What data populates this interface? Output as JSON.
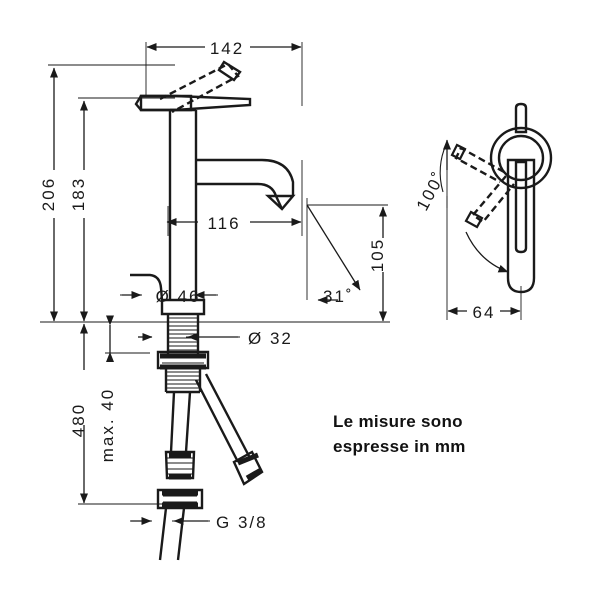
{
  "document": {
    "type": "technical-dimension-drawing",
    "subject": "single-lever basin mixer faucet",
    "background_color": "#ffffff",
    "line_color": "#1a1a1a",
    "text_color": "#111111"
  },
  "views": {
    "front": {
      "name": "front-elevation-view",
      "label": "Front elevation of basin mixer with below-deck installation assembly"
    },
    "top": {
      "name": "top-plan-view",
      "label": "Top plan view showing lever swing range"
    }
  },
  "dimensions": {
    "overall_width": "142",
    "overall_height": "206",
    "spout_height_to_lever": "183",
    "spout_reach": "116",
    "spout_outlet_height": "105",
    "body_diameter": "Ø 46",
    "shank_diameter": "Ø 32",
    "install_depth": "480",
    "max_deck_thickness": "max. 40",
    "connection_thread": "G 3/8",
    "spout_angle": "31˚",
    "lever_swing_angle": "100˚",
    "top_view_width": "64"
  },
  "notes": {
    "unit_note_line1": "Le misure sono",
    "unit_note_line2": "espresse in mm"
  }
}
